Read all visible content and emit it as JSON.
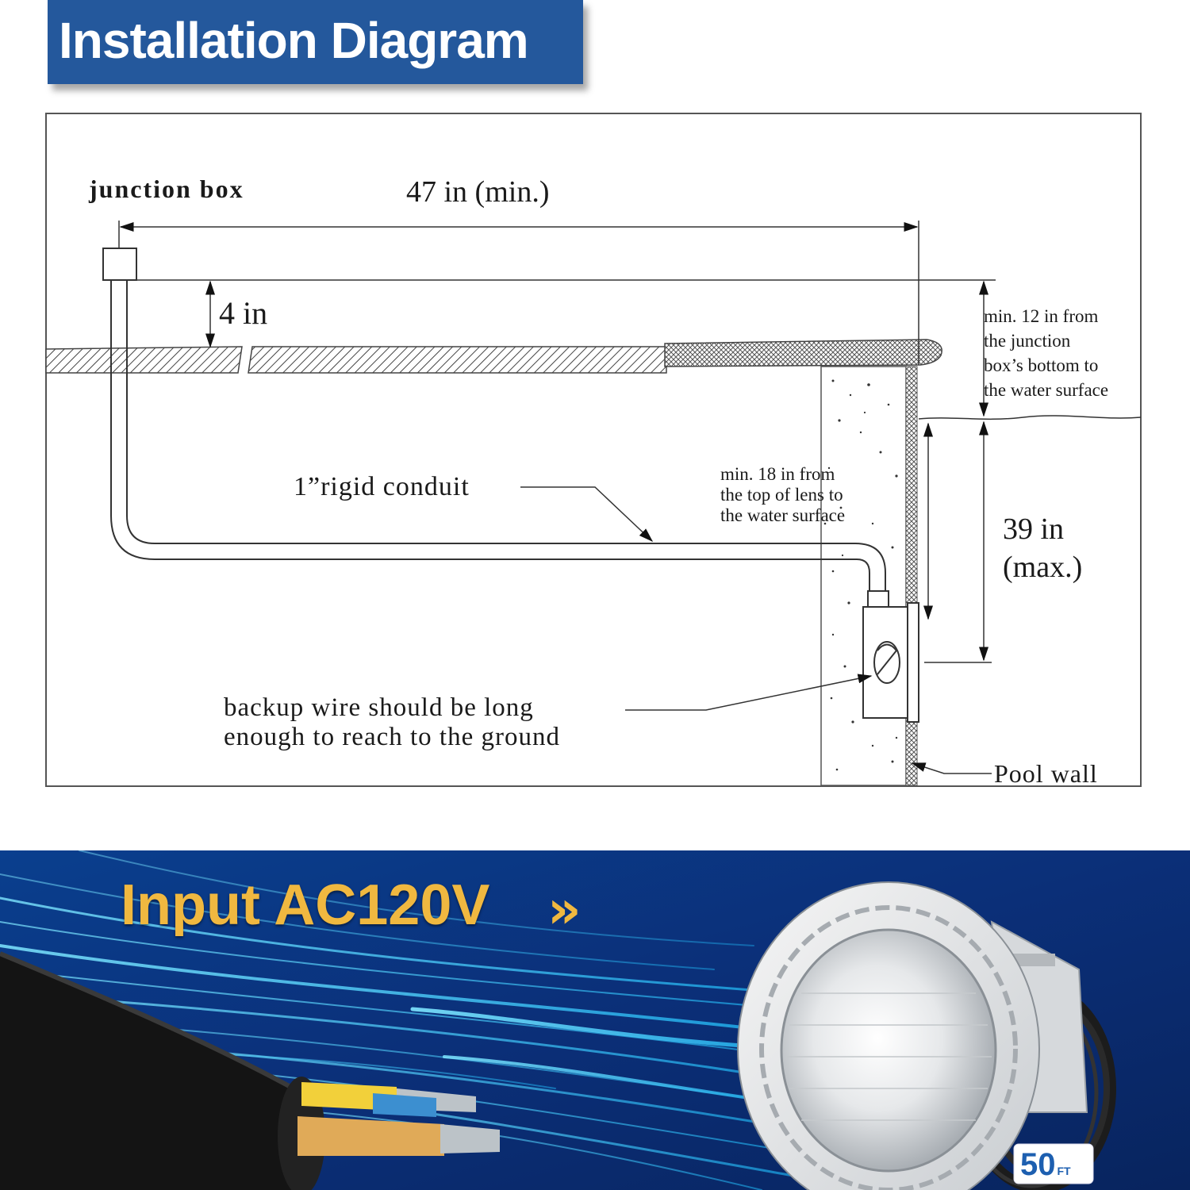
{
  "header": {
    "title": "Installation Diagram"
  },
  "diagram": {
    "junction_box_label": "junction box",
    "horizontal_distance": "47 in (min.)",
    "vertical_offset": "4 in",
    "clearance_note_lines": [
      "min. 12 in  from",
      "the junction",
      "box’s bottom to",
      "the water surface"
    ],
    "conduit_label": "1”rigid conduit",
    "lens_note_lines": [
      "min. 18 in   from",
      "the top of lens to",
      "the water surface"
    ],
    "depth_label_lines": [
      "39 in",
      "(max.)"
    ],
    "backup_wire_lines": [
      "backup wire should be long",
      "enough to reach to the ground"
    ],
    "pool_wall_label": "Pool wall"
  },
  "promo": {
    "input_label": "Input AC120V",
    "chevron": "»",
    "cable_length": "50",
    "cable_unit": "FT"
  },
  "colors": {
    "banner": "#24589c",
    "input_text": "#f0b840",
    "background_dark": "#0a2a6a",
    "fiber_blue": "#3ac8f0"
  }
}
